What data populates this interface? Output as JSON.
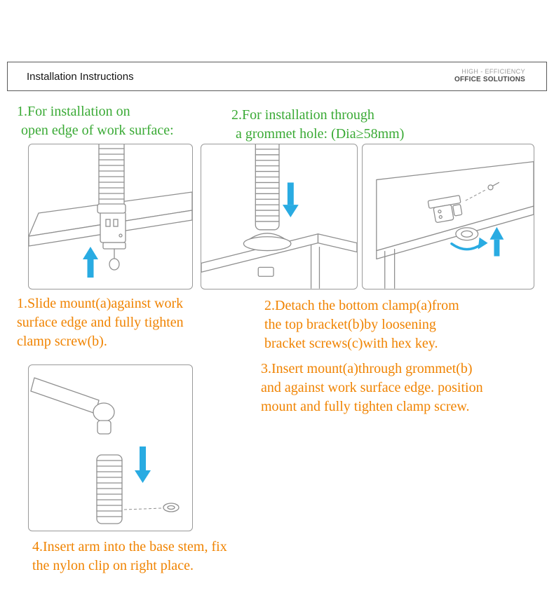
{
  "header": {
    "title": "Installation Instructions",
    "brand_top": "HIGH - EFFICIENCY",
    "brand_bottom": "OFFICE SOLUTIONS"
  },
  "headings": {
    "left": [
      "1.For installation on",
      "open edge of work surface:"
    ],
    "right": [
      "2.For installation through",
      "a grommet hole: (Dia≥58mm)"
    ]
  },
  "steps": {
    "step1": [
      "1.Slide mount(a)against work",
      "surface edge and fully tighten",
      "clamp screw(b)."
    ],
    "step2": [
      "2.Detach the bottom clamp(a)from",
      "the top bracket(b)by loosening",
      "bracket screws(c)with hex key."
    ],
    "step3": [
      "3.Insert mount(a)through grommet(b)",
      "and against work surface edge. position",
      "mount and fully tighten clamp screw."
    ],
    "step4": [
      "4.Insert arm into the base stem, fix",
      "the nylon clip on right place."
    ]
  },
  "diagrams": {
    "d1": "clamp-mount-on-open-edge",
    "d2": "grommet-mount-through-hole",
    "d3": "under-desk-clamp-detail",
    "d4": "arm-into-base-stem"
  },
  "colors": {
    "heading_green": "#3aaa35",
    "step_orange": "#f08300",
    "arrow_blue": "#29abe2",
    "line_gray": "#8f8f8f"
  }
}
